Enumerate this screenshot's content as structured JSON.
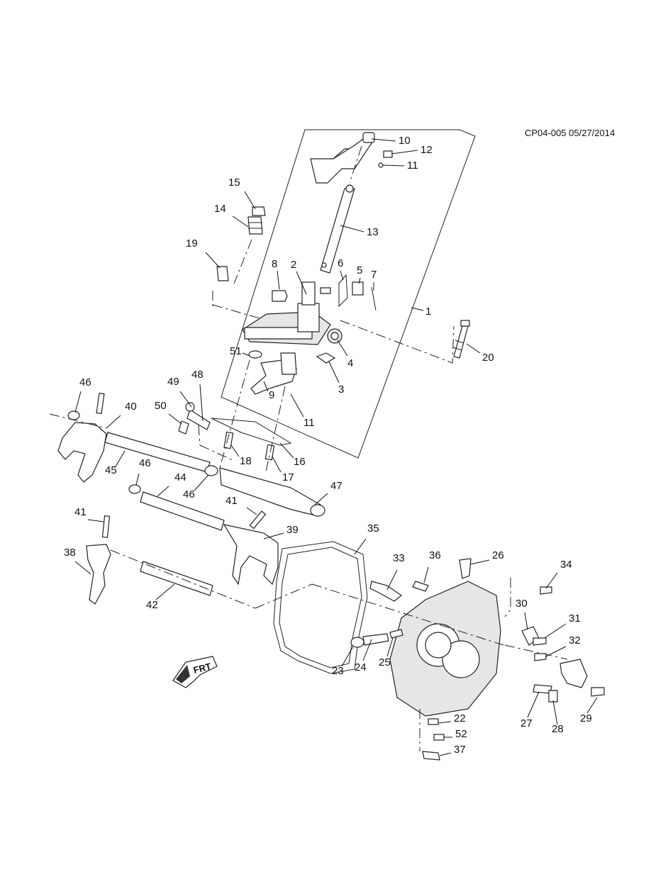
{
  "reference": "CP04-005 05/27/2014",
  "direction_label": "FRT",
  "callouts": [
    "1",
    "2",
    "3",
    "4",
    "5",
    "6",
    "7",
    "8",
    "9",
    "10",
    "11",
    "11",
    "12",
    "13",
    "14",
    "15",
    "16",
    "17",
    "18",
    "19",
    "20",
    "22",
    "23",
    "24",
    "25",
    "26",
    "27",
    "28",
    "29",
    "30",
    "31",
    "32",
    "33",
    "34",
    "35",
    "36",
    "37",
    "38",
    "39",
    "40",
    "41",
    "41",
    "42",
    "44",
    "45",
    "46",
    "46",
    "46",
    "47",
    "48",
    "49",
    "50",
    "51",
    "52"
  ]
}
